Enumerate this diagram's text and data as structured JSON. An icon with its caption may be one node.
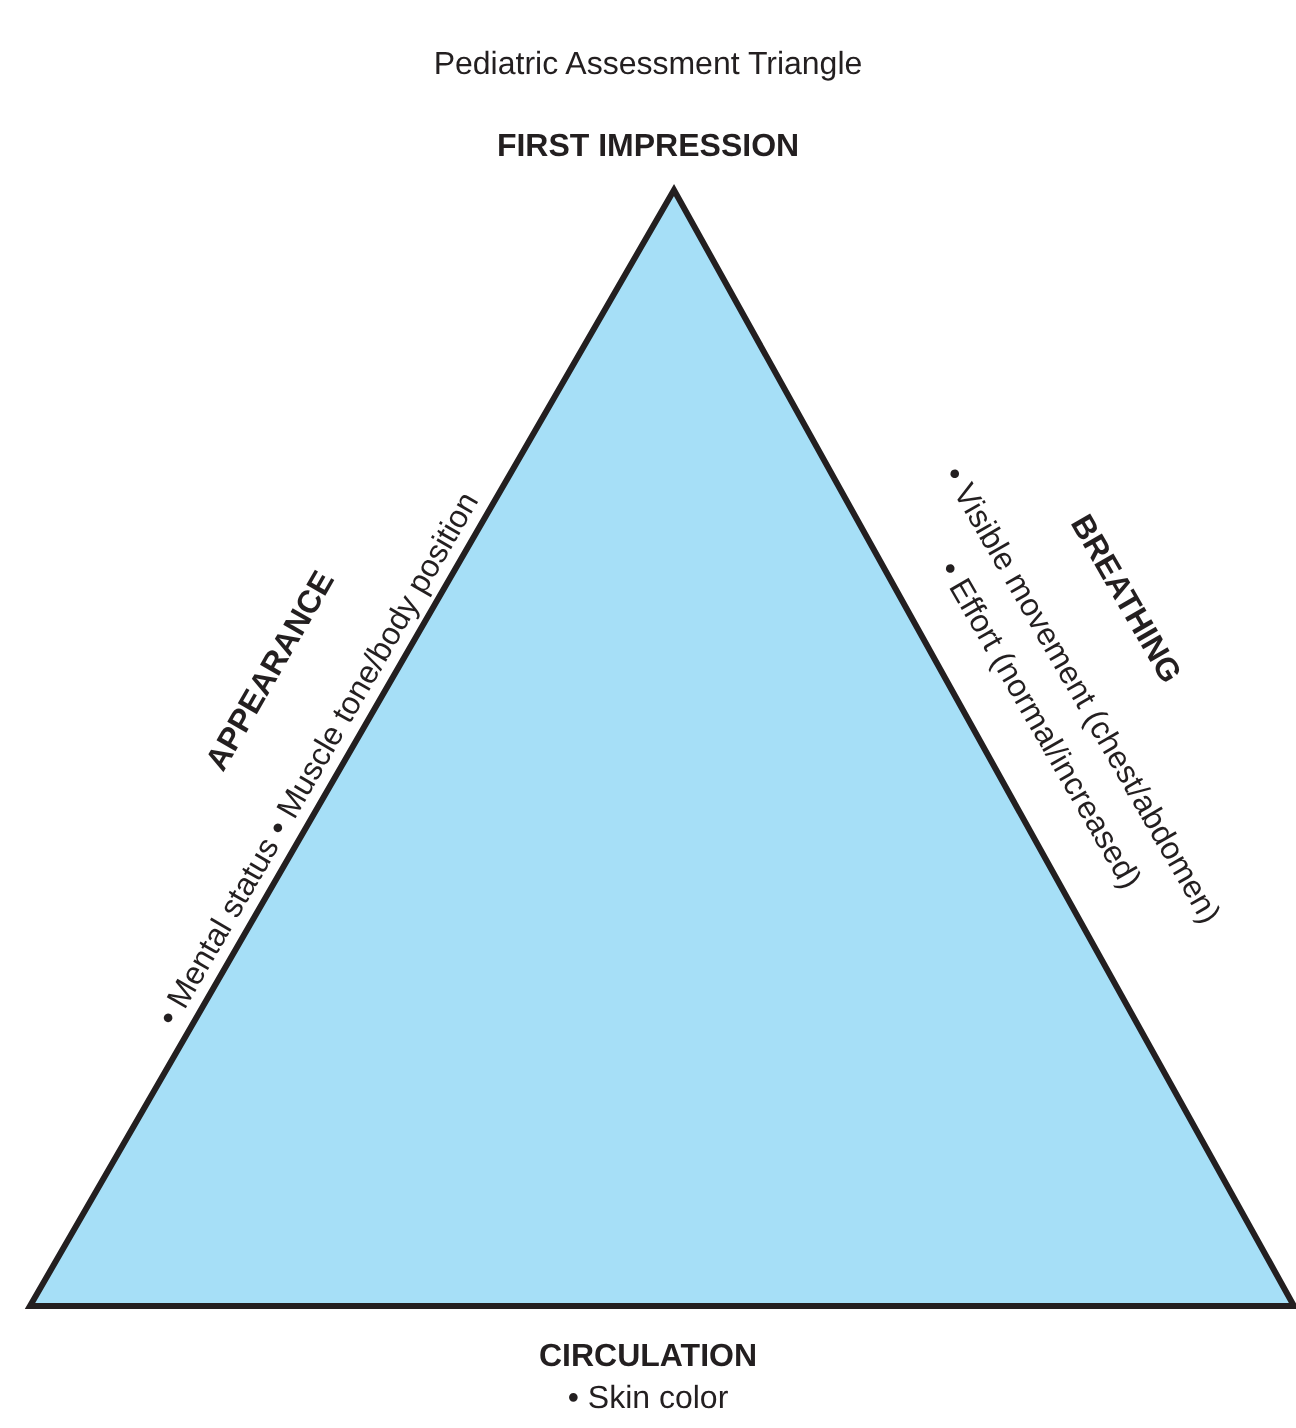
{
  "diagram": {
    "title": "Pediatric Assessment Triangle",
    "nodes": [
      {
        "text": [
          "FIRST IMPRESSION"
        ],
        "beside": [
          "APPEARANCE",
          "• Mental status • Muscle tone/body position",
          "BREATHING",
          "• Visible movement (chest/abdomen)",
          "• Effort (normal/increased)",
          "CIRCULATION",
          "• Skin color"
        ]
      }
    ]
  }
}
